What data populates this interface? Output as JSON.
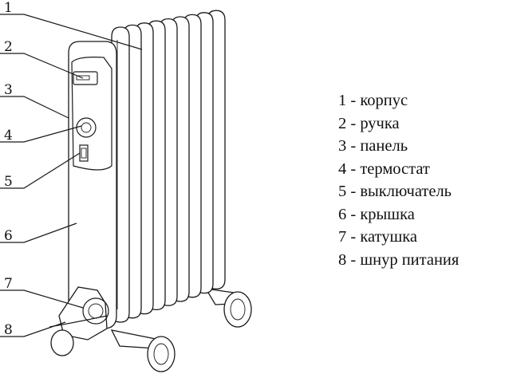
{
  "callouts": [
    "1",
    "2",
    "3",
    "4",
    "5",
    "6",
    "7",
    "8"
  ],
  "legend": [
    {
      "number": "1",
      "text": "- корпус"
    },
    {
      "number": "2",
      "text": "- ручка"
    },
    {
      "number": "3",
      "text": "- панель"
    },
    {
      "number": "4",
      "text": "- термостат"
    },
    {
      "number": "5",
      "text": "- выключатель"
    },
    {
      "number": "6",
      "text": "- крышка"
    },
    {
      "number": "7",
      "text": "- катушка"
    },
    {
      "number": "8",
      "text": "- шнур питания"
    }
  ]
}
